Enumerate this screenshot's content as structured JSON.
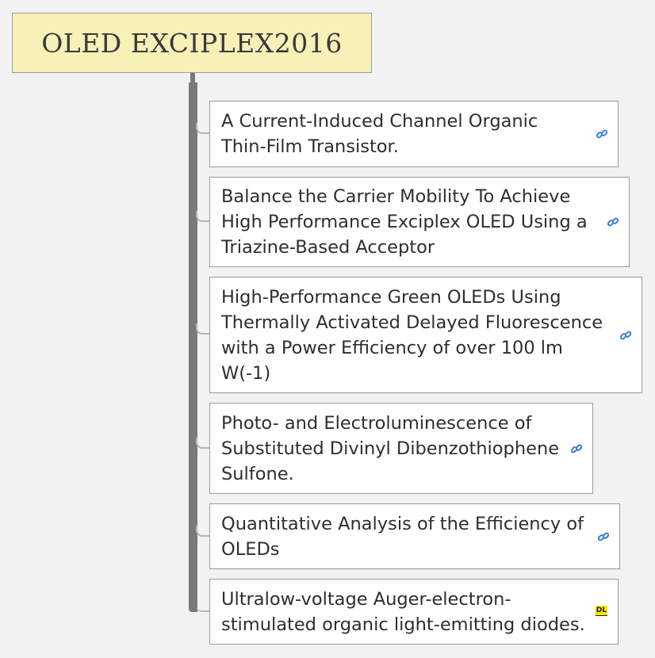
{
  "root": {
    "title": "OLED EXCIPLEX2016"
  },
  "topics": [
    {
      "label": "A Current-Induced Channel Organic Thin-Film Transistor.",
      "icon": "link-icon"
    },
    {
      "label": "Balance the Carrier Mobility To Achieve High Performance Exciplex OLED Using a Triazine-Based Acceptor",
      "icon": "link-icon"
    },
    {
      "label": "High-Performance Green OLEDs Using Thermally Activated Delayed Fluorescence with a Power Efficiency of over 100 lm W(-1)",
      "icon": "link-icon"
    },
    {
      "label": "Photo- and Electroluminescence of Substituted Divinyl Dibenzothiophene Sulfone.",
      "icon": "link-icon"
    },
    {
      "label": "Quantitative Analysis of the Efficiency of OLEDs",
      "icon": "link-icon"
    },
    {
      "label": "Ultralow-voltage Auger-electron-stimulated organic light-emitting diodes.",
      "icon": "dl-badge",
      "badge_text": "DL"
    }
  ],
  "colors": {
    "root_fill": "#f7f0b7",
    "connector": "#7a7a7a",
    "link_icon": "#3b7fd6",
    "badge_fill": "#f5e500"
  }
}
